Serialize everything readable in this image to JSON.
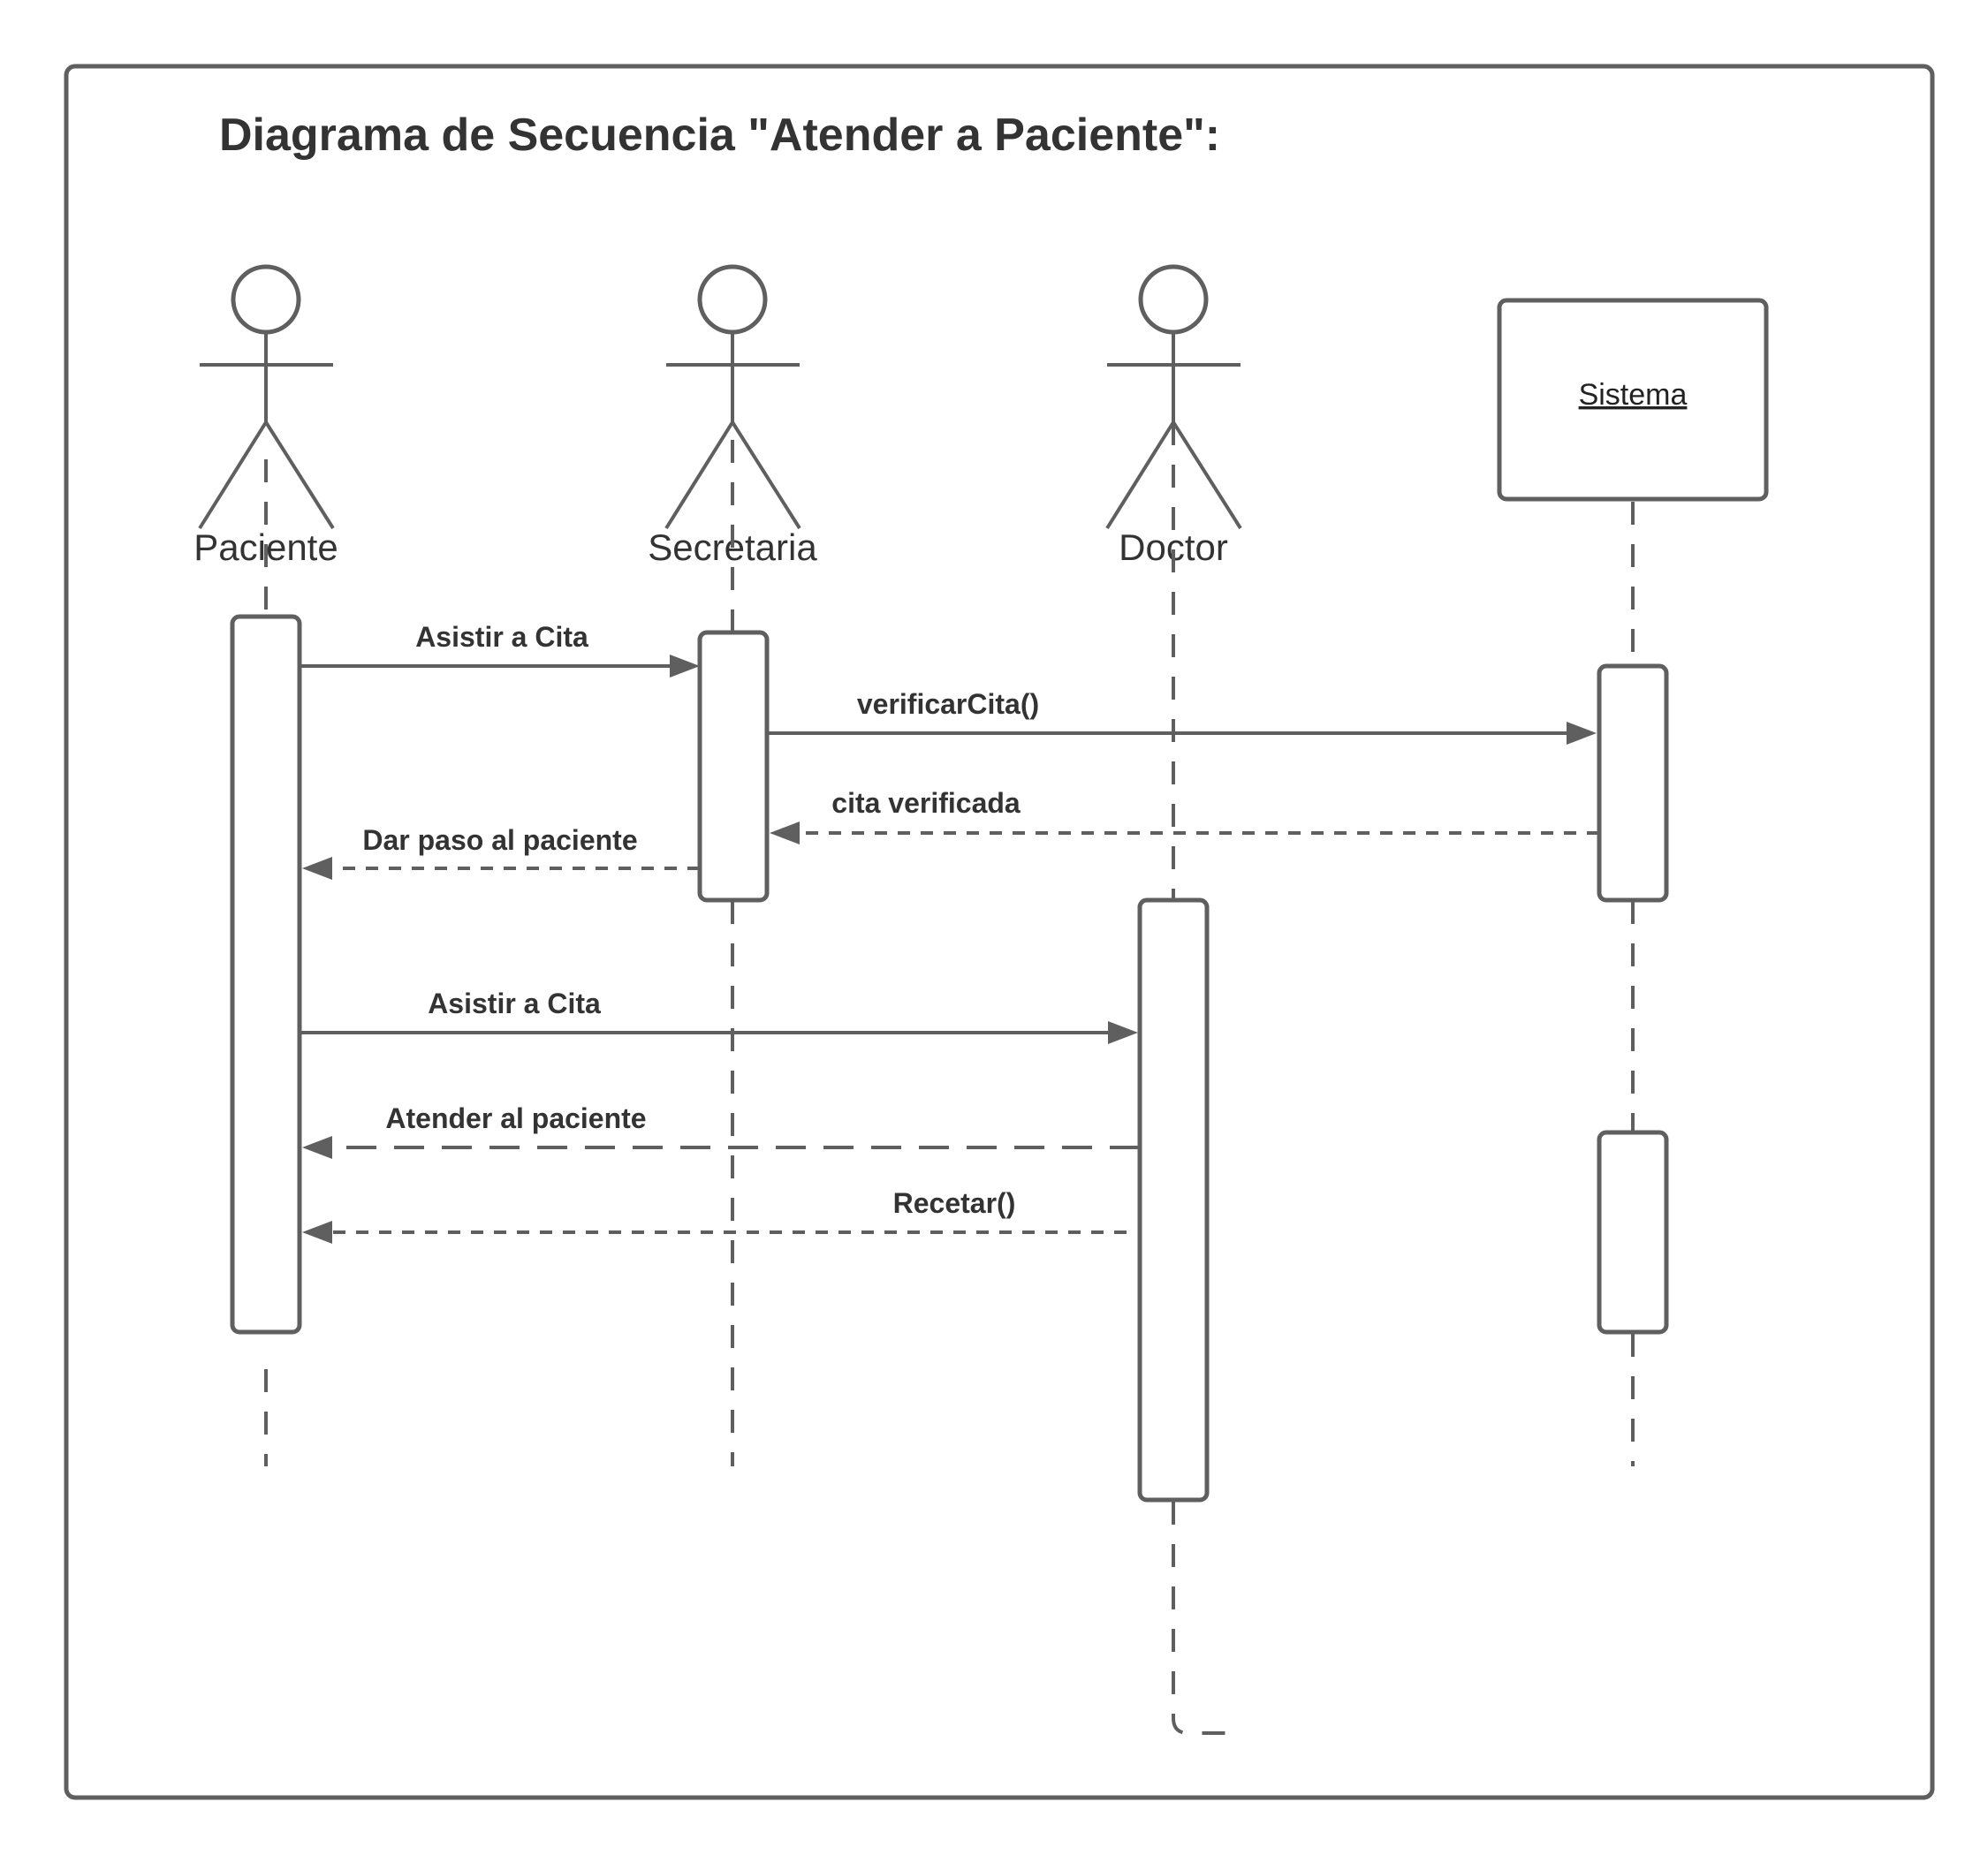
{
  "title": "Diagrama de Secuencia \"Atender a Paciente\":",
  "participants": {
    "paciente": {
      "label": "Paciente",
      "kind": "actor"
    },
    "secretaria": {
      "label": "Secretaria",
      "kind": "actor"
    },
    "doctor": {
      "label": "Doctor",
      "kind": "actor"
    },
    "sistema": {
      "label": "Sistema",
      "kind": "object"
    }
  },
  "messages": [
    {
      "label": "Asistir a Cita",
      "from": "Paciente",
      "to": "Secretaria",
      "style": "synchronous"
    },
    {
      "label": "verificarCita()",
      "from": "Secretaria",
      "to": "Sistema",
      "style": "synchronous"
    },
    {
      "label": "cita verificada",
      "from": "Sistema",
      "to": "Secretaria",
      "style": "return"
    },
    {
      "label": "Dar paso al paciente",
      "from": "Secretaria",
      "to": "Paciente",
      "style": "return"
    },
    {
      "label": "Asistir a Cita",
      "from": "Paciente",
      "to": "Doctor",
      "style": "synchronous"
    },
    {
      "label": "Atender al paciente",
      "from": "Doctor",
      "to": "Paciente",
      "style": "return"
    },
    {
      "label": "Recetar()",
      "from": "Doctor",
      "to": "Paciente",
      "style": "return"
    }
  ],
  "colors": {
    "stroke": "#5f5f5f",
    "text": "#333333",
    "background": "#ffffff"
  }
}
